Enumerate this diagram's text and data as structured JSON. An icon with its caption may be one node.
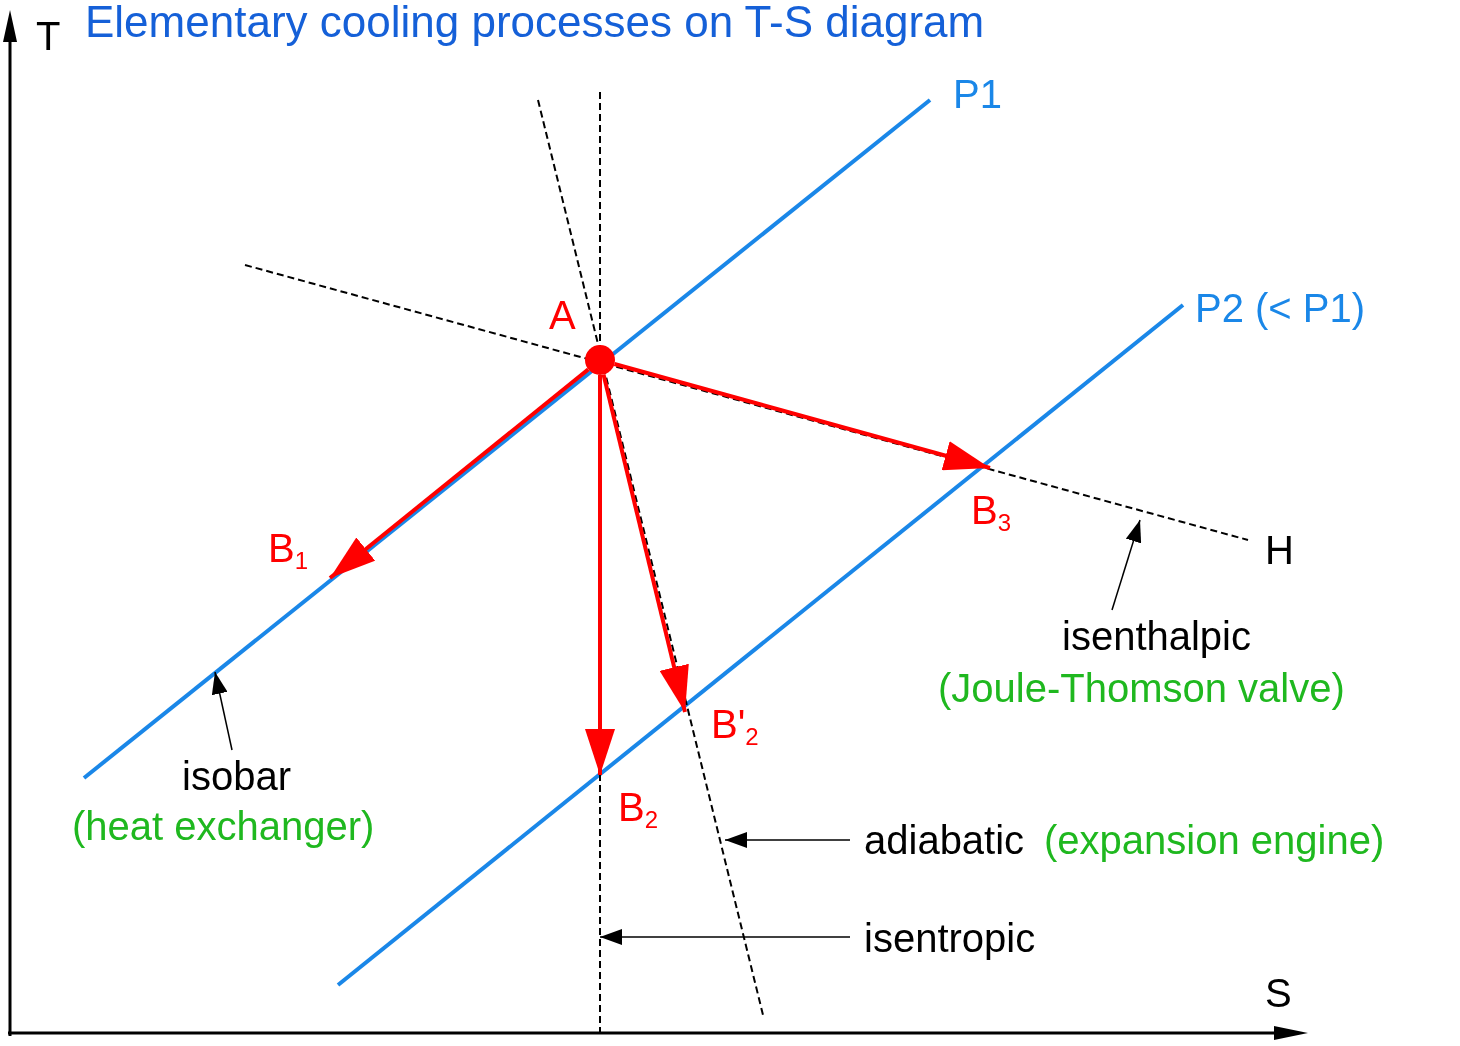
{
  "diagram": {
    "title": "Elementary cooling processes on T-S diagram",
    "nodes": [
      {
        "text": [
          "A"
        ]
      },
      {
        "text": [
          "B$_{1}$"
        ]
      },
      {
        "text": [
          "B$_{2}$"
        ]
      },
      {
        "text": [
          "B'$_{2}$"
        ]
      },
      {
        "text": [
          "B$_{3}$"
        ]
      },
      {
        "text": [
          "isobar",
          "(heat exchanger)"
        ]
      },
      {
        "text": [
          "isenthalpic",
          "(Joule-Thomson valve)"
        ]
      },
      {
        "text": [
          "adiabatic",
          "(expansion engine)"
        ]
      },
      {
        "text": [
          "isentropic"
        ]
      }
    ],
    "edges": [
      {
        "from": 0,
        "to": 1,
        "arrow": "to",
        "style": "thick",
        "color": "#ff0000"
      },
      {
        "from": 0,
        "to": 2,
        "arrow": "to",
        "style": "thick",
        "color": "#ff0000"
      },
      {
        "from": 0,
        "to": 3,
        "arrow": "to",
        "style": "thick",
        "color": "#ff0000"
      },
      {
        "from": 0,
        "to": 4,
        "arrow": "to",
        "style": "thick",
        "color": "#ff0000"
      },
      {
        "from": 5,
        "to": null,
        "arrow": "to",
        "color": "#000000"
      },
      {
        "from": 6,
        "to": null,
        "arrow": "to",
        "color": "#000000"
      },
      {
        "from": 7,
        "to": null,
        "arrow": "to",
        "color": "#000000"
      },
      {
        "from": 8,
        "to": null,
        "arrow": "to",
        "color": "#000000"
      }
    ],
    "labels": [
      "T",
      "P1",
      "P2 (< P1)",
      "H",
      "S"
    ]
  }
}
